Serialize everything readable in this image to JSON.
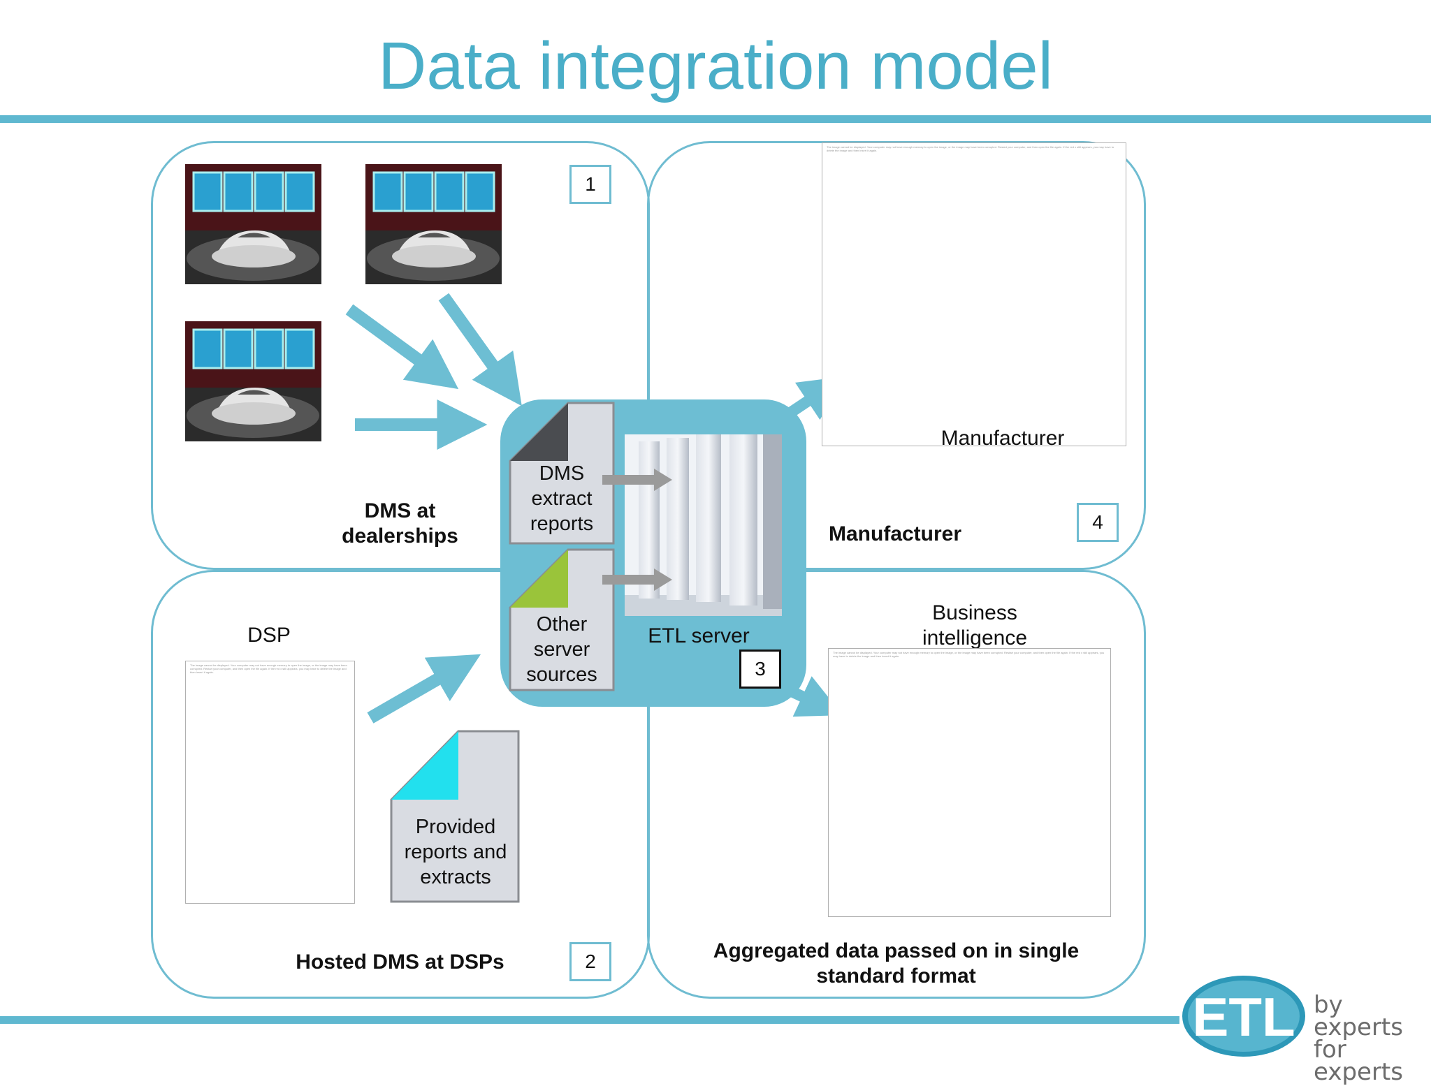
{
  "title": "Data integration model",
  "quadrants": {
    "q1": {
      "number": "1",
      "caption_line1": "DMS at",
      "caption_line2": "dealerships"
    },
    "q2": {
      "number": "2",
      "caption": "Hosted DMS at DSPs",
      "dsp_label": "DSP",
      "doc_line1": "Provided",
      "doc_line2": "reports and",
      "doc_line3": "extracts"
    },
    "q4": {
      "number": "4",
      "caption": "Manufacturer",
      "image_label": "Manufacturer"
    },
    "q5": {
      "caption_line1": "Aggregated data passed on in single",
      "caption_line2": "standard format",
      "bi_line1": "Business",
      "bi_line2": "intelligence"
    }
  },
  "center": {
    "number": "3",
    "server_label": "ETL server",
    "doc1_line1": "DMS",
    "doc1_line2": "extract",
    "doc1_line3": "reports",
    "doc2_line1": "Other",
    "doc2_line2": "server",
    "doc2_line3": "sources"
  },
  "placeholder_text": "The image cannot be displayed. Your computer may not have enough memory to open the image, or the image may have been corrupted. Restart your computer, and then open the file again. If the red x still appears, you may have to delete the image and then insert it again.",
  "logo": {
    "mark": "ETL",
    "tagline_line1": "by experts",
    "tagline_line2": "for experts"
  },
  "colors": {
    "accent": "#4aaec8",
    "quad_border": "#6fbcd1",
    "center_bg": "#6dbed3",
    "arrow": "#6dbed3"
  }
}
